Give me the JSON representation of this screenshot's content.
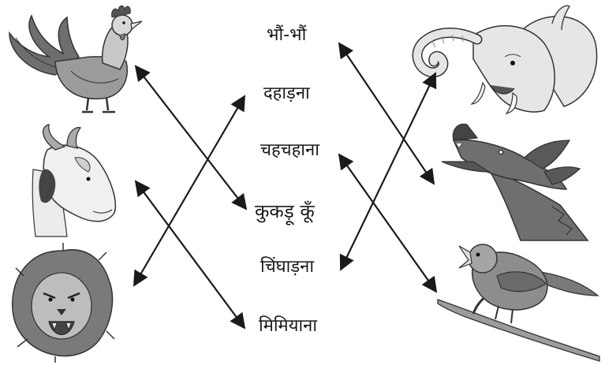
{
  "words": [
    "भौं-भौं",
    "दहाड़ना",
    "चहचहाना",
    "कुकड़ू कूँ",
    "चिंघाड़ना",
    "मिमियाना"
  ],
  "animals_left": [
    "rooster",
    "goat",
    "lion"
  ],
  "animals_right": [
    "elephant",
    "dog",
    "bird"
  ],
  "colors": {
    "ink": "#1a1a1a",
    "light_gray": "#e6e6e6",
    "mid_gray": "#b5b5b5",
    "dark_gray": "#6e6e6e"
  }
}
